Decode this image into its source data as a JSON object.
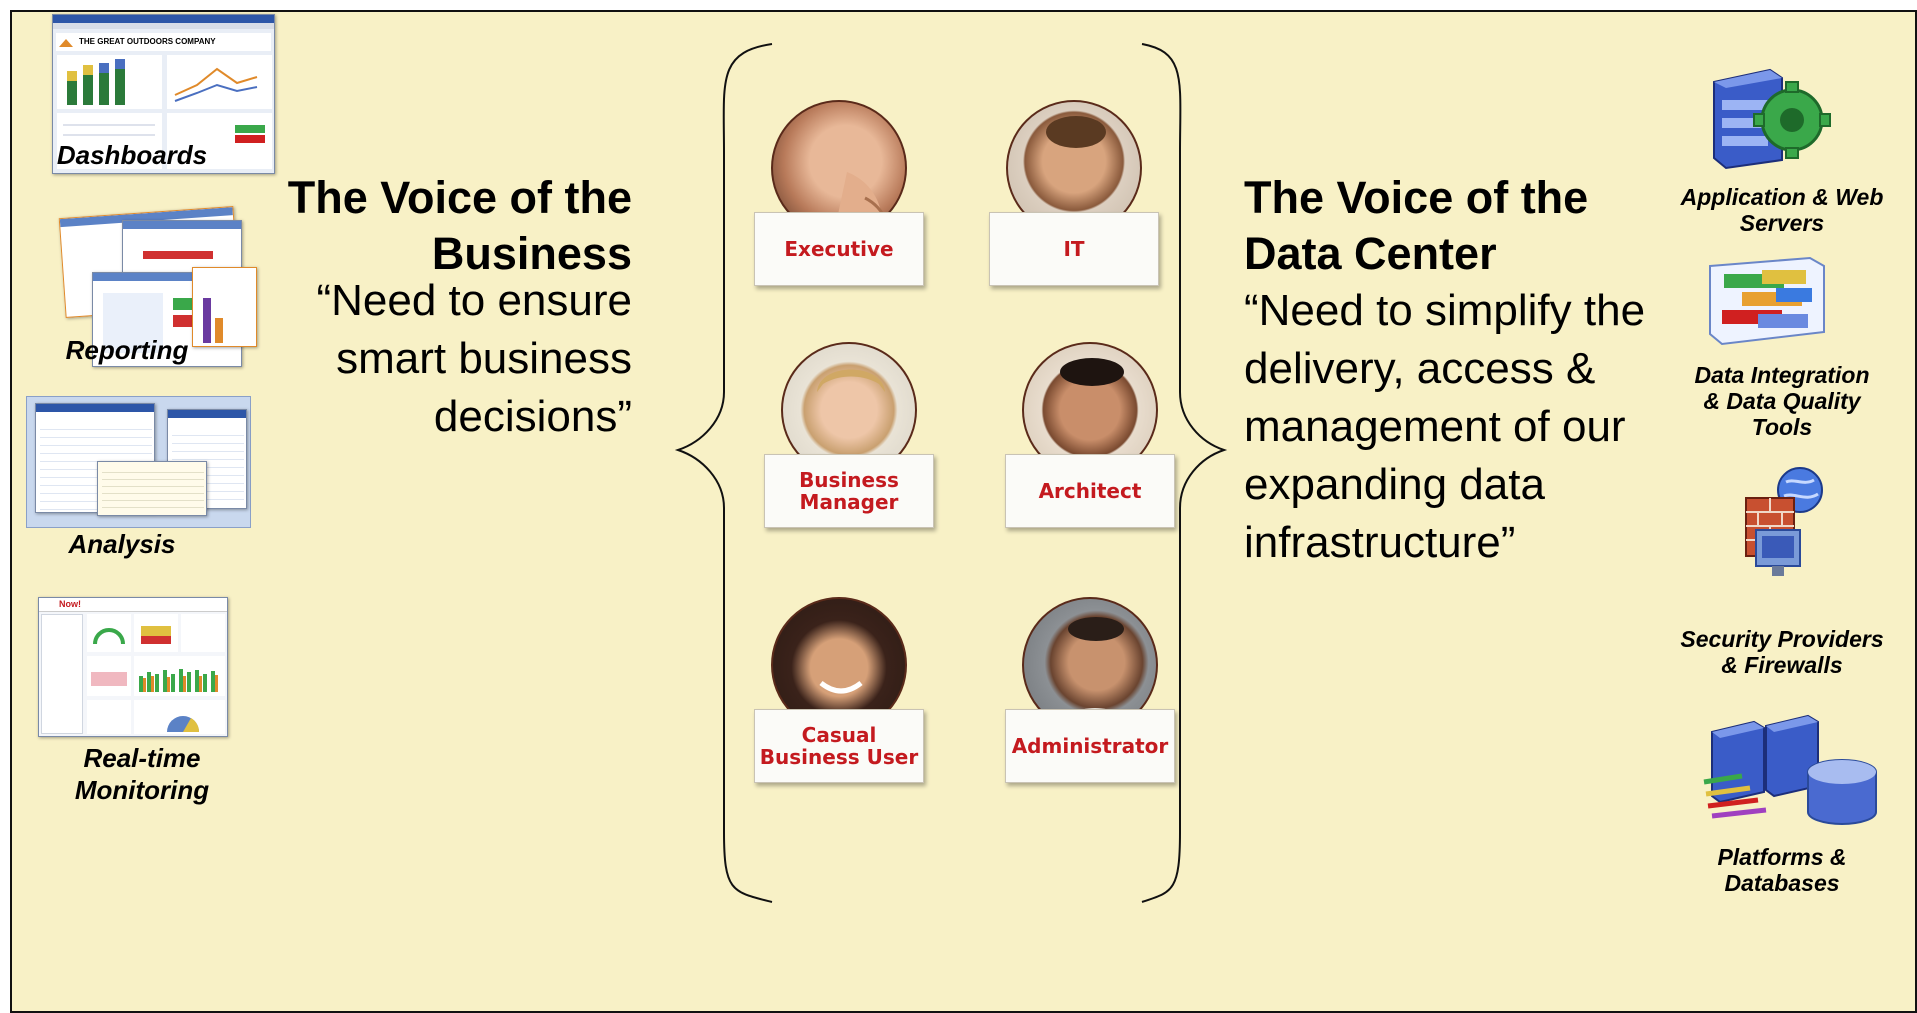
{
  "left_panel": {
    "items": [
      {
        "label": "Dashboards"
      },
      {
        "label": "Reporting"
      },
      {
        "label": "Analysis"
      },
      {
        "label": "Real-time\nMonitoring"
      }
    ],
    "dashboard_header": "THE GREAT OUTDOORS COMPANY",
    "monitor_logo": "Now!"
  },
  "business": {
    "title": "The Voice of the Business",
    "quote": "“Need to ensure smart business decisions”"
  },
  "datacenter": {
    "title": "The Voice of the Data Center",
    "quote": "“Need to simplify the delivery, access & management of our expanding data infrastructure”"
  },
  "personas": [
    {
      "label": "Executive"
    },
    {
      "label": "IT"
    },
    {
      "label": "Business\nManager"
    },
    {
      "label": "Architect"
    },
    {
      "label": "Casual\nBusiness User"
    },
    {
      "label": "Administrator"
    }
  ],
  "right_panel": {
    "items": [
      {
        "label": "Application & Web\nServers",
        "icon": "server-gear-icon"
      },
      {
        "label": "Data Integration\n& Data Quality\nTools",
        "icon": "data-integration-icon"
      },
      {
        "label": "Security Providers\n& Firewalls",
        "icon": "firewall-icon"
      },
      {
        "label": "Platforms &\nDatabases",
        "icon": "database-icon"
      }
    ]
  },
  "colors": {
    "background": "#f8f1c6",
    "persona_label": "#c41a1f",
    "border": "#111111"
  }
}
